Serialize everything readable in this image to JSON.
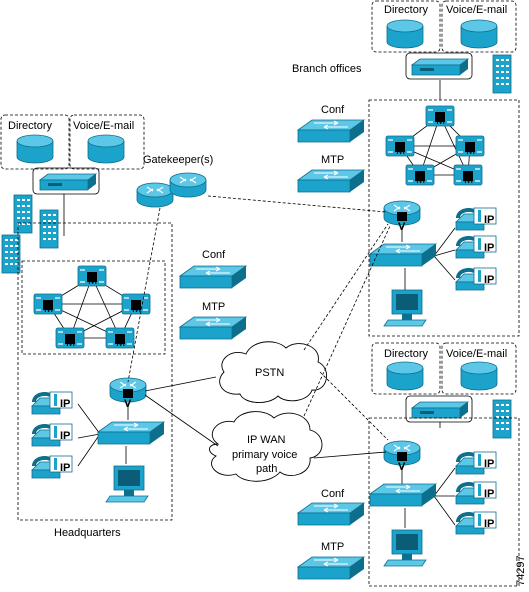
{
  "labels": {
    "directory": "Directory",
    "voicemail": "Voice/E-mail",
    "gatekeeper": "Gatekeeper(s)",
    "branch_offices": "Branch offices",
    "conf": "Conf",
    "mtp": "MTP",
    "pstn": "PSTN",
    "ipwan_line1": "IP WAN",
    "ipwan_line2": "primary voice",
    "ipwan_line3": "path",
    "headquarters": "Headquarters",
    "figure_id": "74297",
    "router_v": "V",
    "cm_m": "M",
    "phone_ip": "IP"
  },
  "colors": {
    "device": "#1ba3cc",
    "device_light": "#5cc7e6",
    "outline": "#0d6f8c"
  }
}
